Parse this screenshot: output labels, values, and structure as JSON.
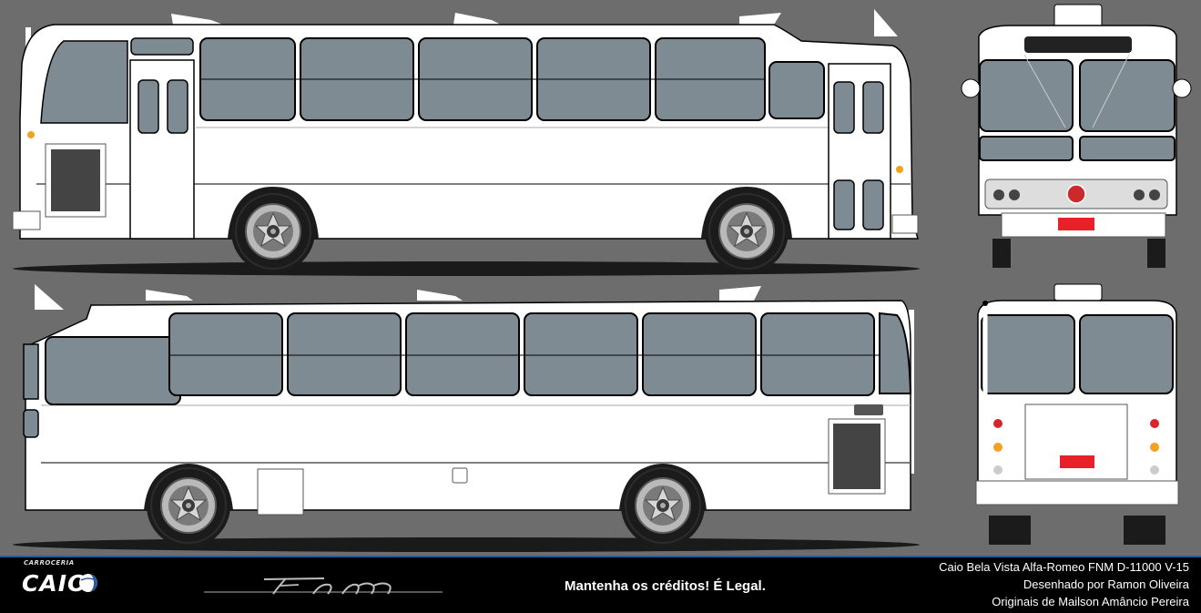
{
  "colors": {
    "background": "#6d6d6d",
    "body": "#ffffff",
    "glass": "#7f8b93",
    "outline": "#000000",
    "tire": "#1b1b1b",
    "shadow": "#1a1a1a",
    "plate": "#e8202a",
    "footer": "#000000",
    "footer_rule": "#2a5a9a"
  },
  "views": [
    "right-side",
    "left-side",
    "front",
    "rear"
  ],
  "footer": {
    "brand_small": "CARROCERIA",
    "brand": "CAIO",
    "slogan": "Mantenha os créditos! É Legal.",
    "title": "Caio Bela Vista Alfa-Romeo FNM D-11000 V-15",
    "designer": "Desenhado por Ramon Oliveira",
    "original": "Originais de Mailson Amâncio Pereira"
  }
}
